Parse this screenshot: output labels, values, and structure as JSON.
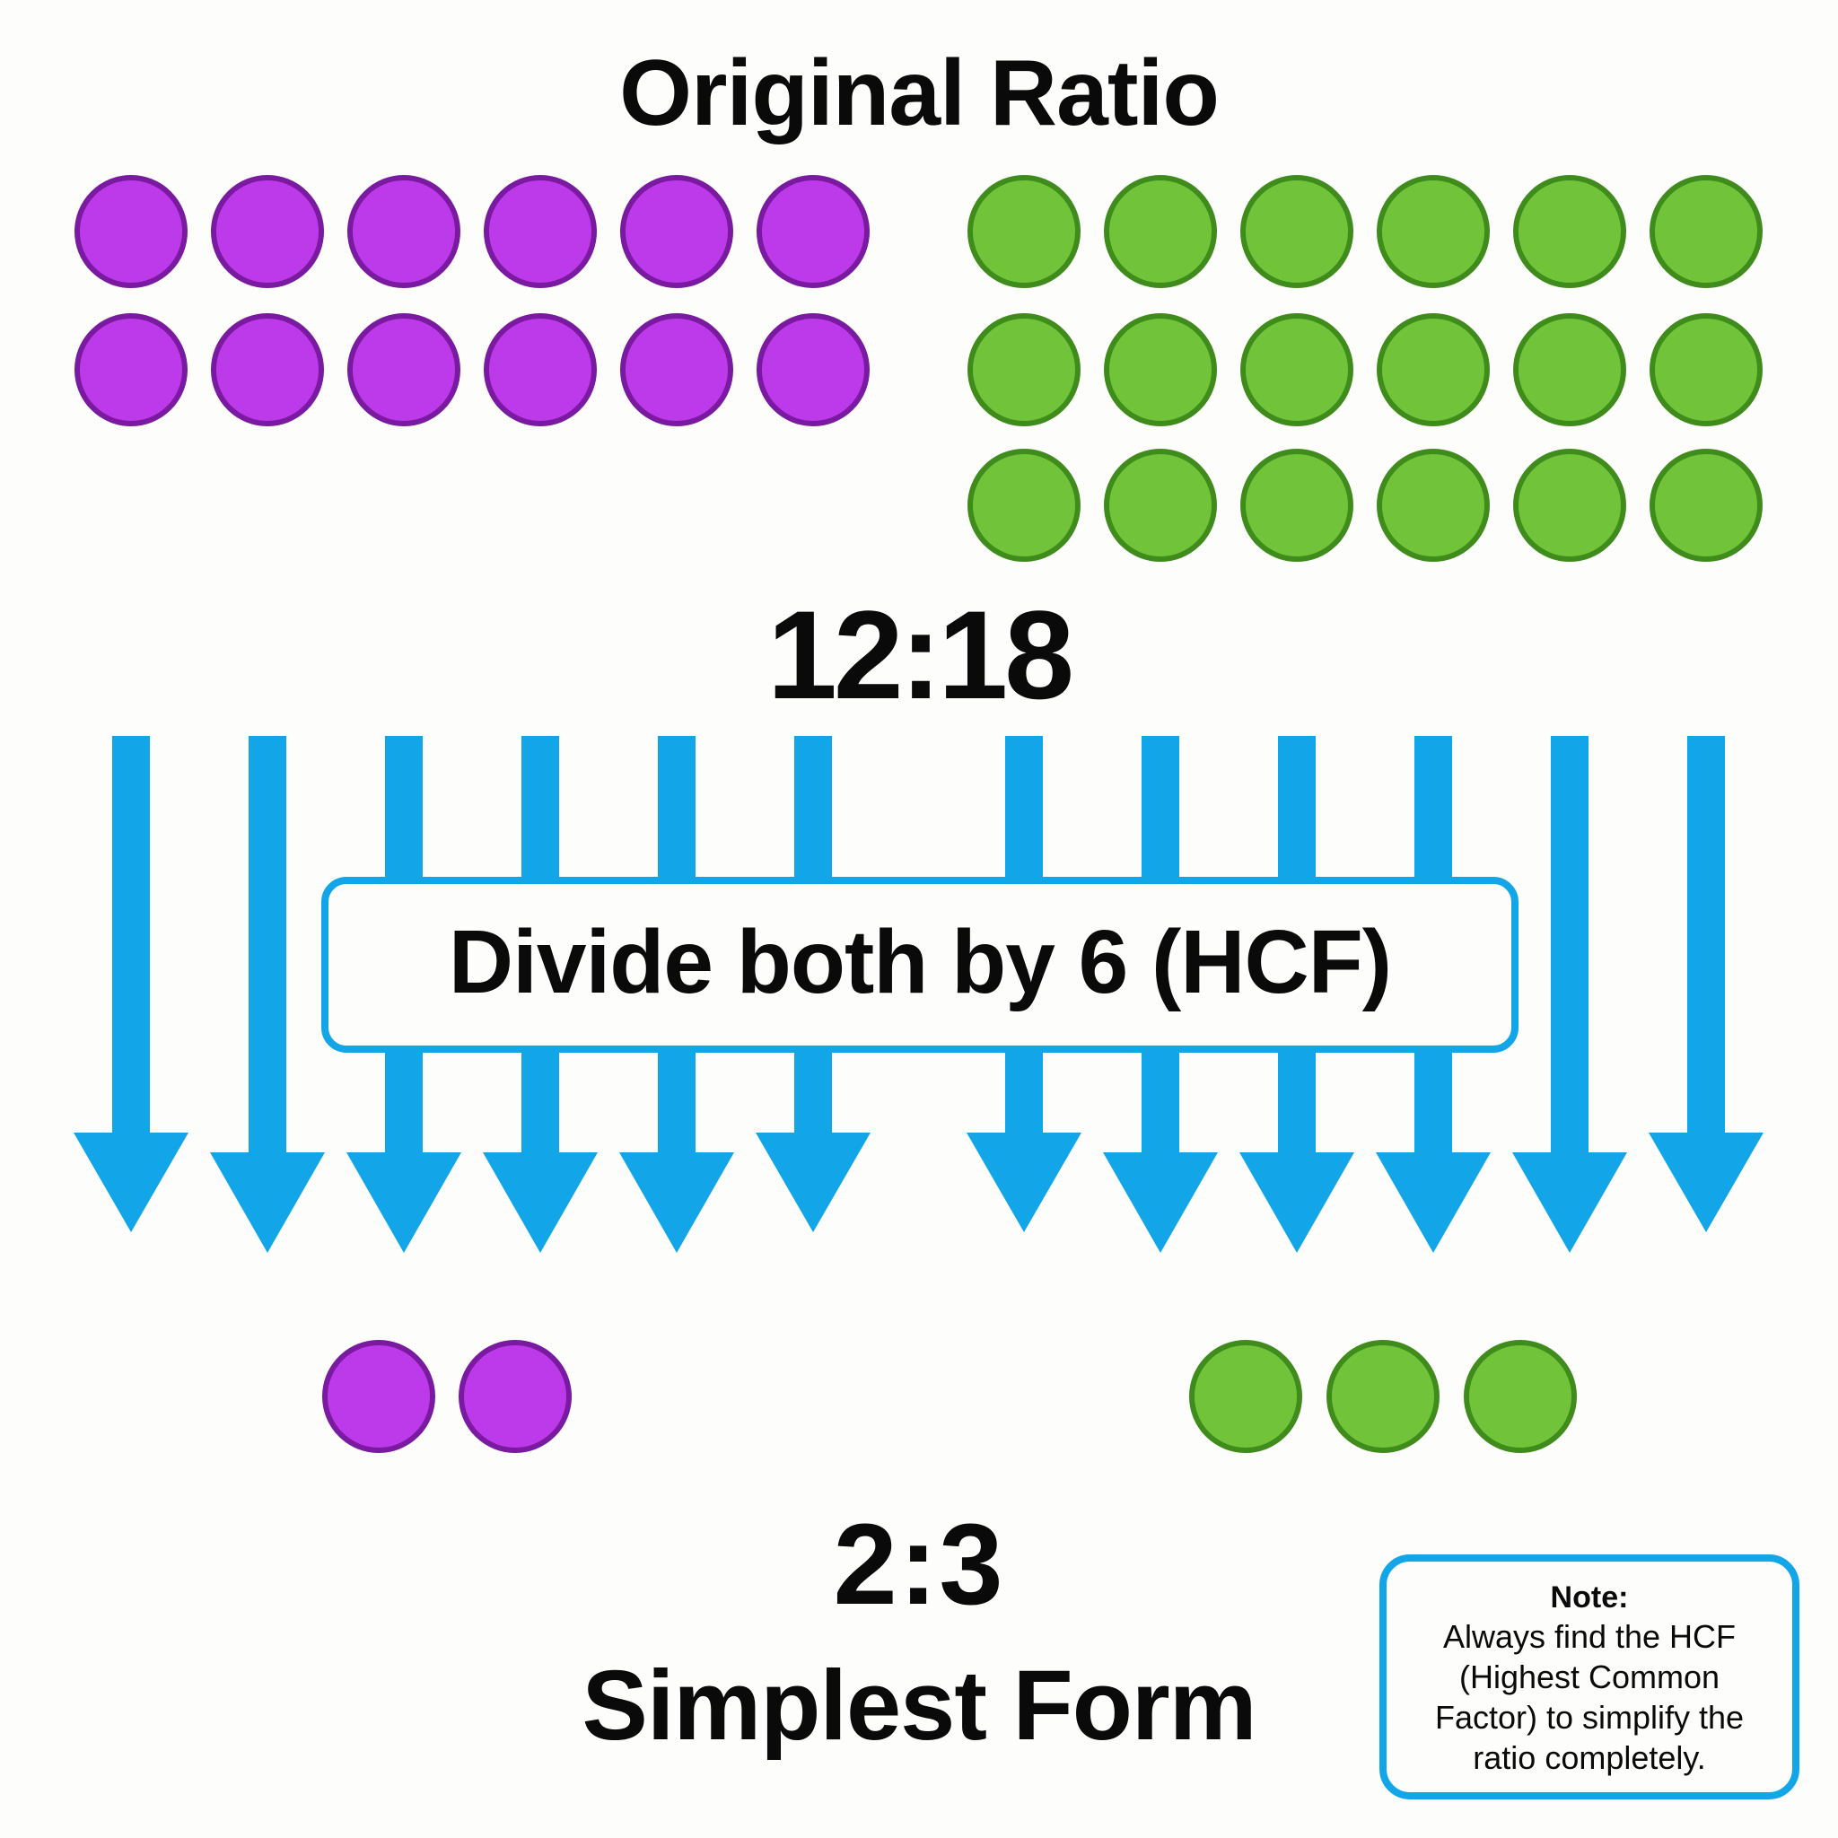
{
  "header": {
    "title": "Original Ratio"
  },
  "original": {
    "ratio_label": "12:18",
    "first_quantity": {
      "count": 12,
      "color": "purple",
      "rows": 2,
      "cols": 6
    },
    "second_quantity": {
      "count": 18,
      "color": "green",
      "rows": 3,
      "cols": 6
    }
  },
  "operation": {
    "label": "Divide both by 6 (HCF)",
    "divisor": 6,
    "arrow_count": 12
  },
  "result": {
    "first_count": 2,
    "second_count": 3,
    "ratio_label": "2:3",
    "form_label": "Simplest Form"
  },
  "note": {
    "title": "Note:",
    "lines": [
      "Always find the HCF",
      "(Highest Common",
      "Factor) to simplify the",
      "ratio completely."
    ]
  },
  "colors": {
    "purple_fill": "#bd3aea",
    "purple_stroke": "#7a1aa0",
    "green_fill": "#71c43a",
    "green_stroke": "#3f8c1c",
    "arrow_blue": "#12a6e8",
    "text": "#0a0a0a",
    "background": "#fdfdfb"
  }
}
